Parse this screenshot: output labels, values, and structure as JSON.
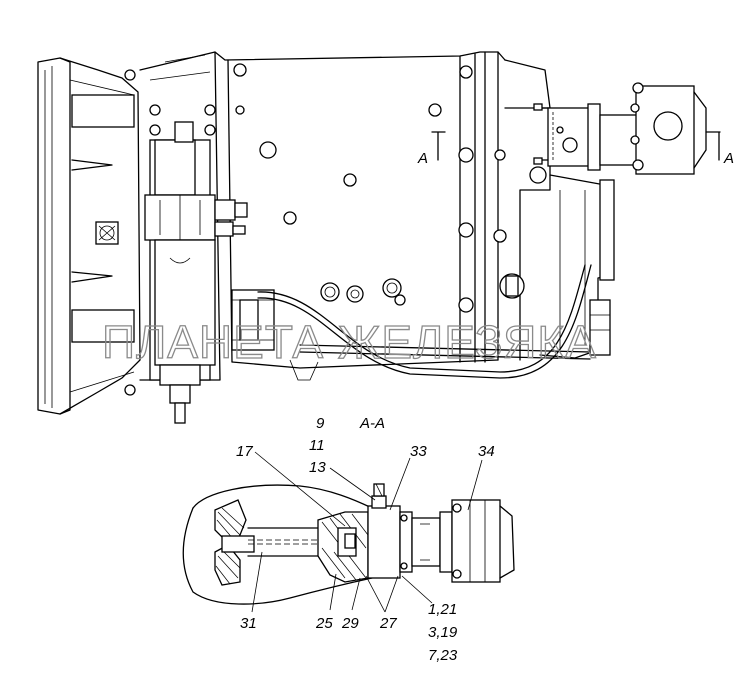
{
  "section_title": "А-А",
  "section_markers": {
    "left": "А",
    "right": "А"
  },
  "watermark": "ПЛАНЕТА ЖЕЛЕЗЯКА",
  "callouts": {
    "c9": "9",
    "c11": "11",
    "c13": "13",
    "c17": "17",
    "c33": "33",
    "c34": "34",
    "c31": "31",
    "c25": "25",
    "c29": "29",
    "c27": "27",
    "c1_21": "1,21",
    "c3_19": "3,19",
    "c7_23": "7,23"
  }
}
